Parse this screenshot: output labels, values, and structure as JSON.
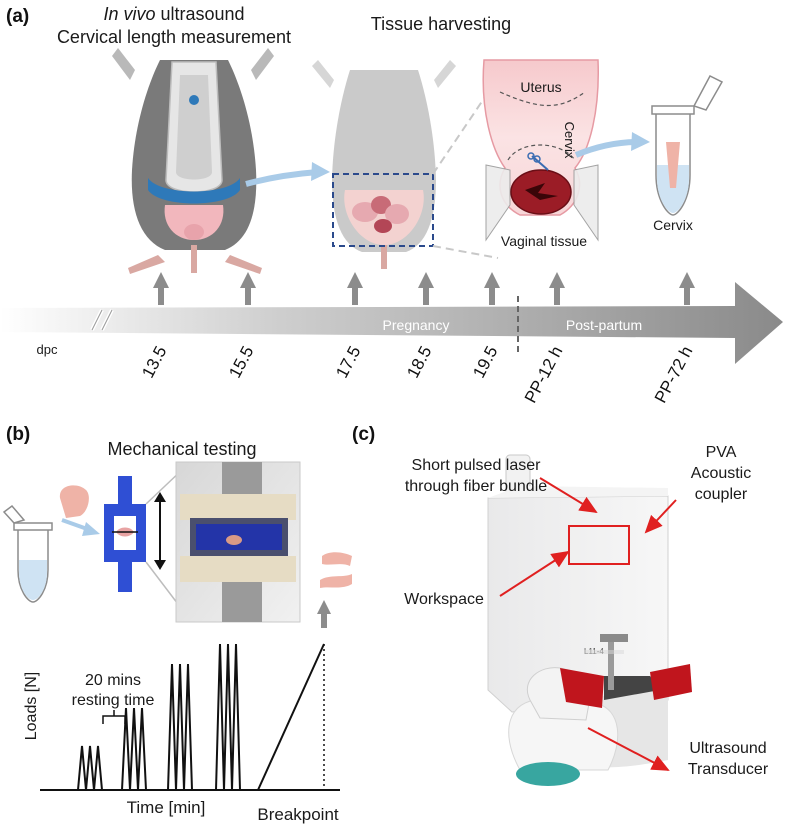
{
  "panel_a": {
    "label": "(a)",
    "title_line1_italic": "In vivo",
    "title_line1_rest": " ultrasound",
    "title_line2": "Cervical length measurement",
    "harvest_title": "Tissue harvesting",
    "uterus": "Uterus",
    "cervix_side": "Cervix",
    "vaginal": "Vaginal tissue",
    "cervix_tube": "Cervix",
    "timeline": {
      "dpc": "dpc",
      "pregnancy": "Pregnancy",
      "postpartum": "Post-partum",
      "ticks": [
        "13.5",
        "15.5",
        "17.5",
        "18.5",
        "19.5",
        "PP-12 h",
        "PP-72 h"
      ]
    }
  },
  "panel_b": {
    "label": "(b)",
    "title": "Mechanical testing",
    "y_axis": "Loads [N]",
    "x_axis": "Time [min]",
    "breakpoint": "Breakpoint",
    "resting_line1": "20 mins",
    "resting_line2": "resting time"
  },
  "panel_c": {
    "label": "(c)",
    "laser_line1": "Short pulsed laser",
    "laser_line2": "through fiber bundle",
    "pva_line1": "PVA",
    "pva_line2": "Acoustic",
    "pva_line3": "coupler",
    "workspace": "Workspace",
    "us_line1": "Ultrasound",
    "us_line2": "Transducer",
    "transducer_text": "L11-4"
  },
  "colors": {
    "arrow_gray": "#8c8c8c",
    "mouse_gray": "#7a7a7a",
    "probe_blue": "#2e79b9",
    "annot_red": "#e02020",
    "clamp_blue": "#2f4fd4"
  }
}
